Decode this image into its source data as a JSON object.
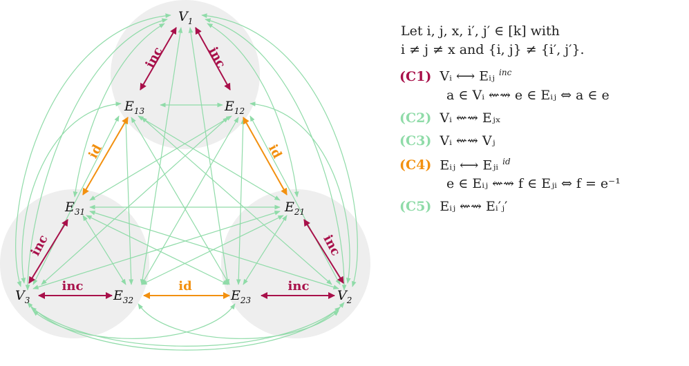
{
  "colors": {
    "inc": "#a8104a",
    "id": "#f2900f",
    "green": "#8fdba8",
    "cluster": "#eeeeee"
  },
  "nodes": {
    "V1": "V",
    "V1_sub": "1",
    "V2": "V",
    "V2_sub": "2",
    "V3": "V",
    "V3_sub": "3",
    "E13": "E",
    "E13_sub": "13",
    "E12": "E",
    "E12_sub": "12",
    "E31": "E",
    "E31_sub": "31",
    "E21": "E",
    "E21_sub": "21",
    "E32": "E",
    "E32_sub": "32",
    "E23": "E",
    "E23_sub": "23"
  },
  "edge_labels": {
    "inc": "inc",
    "id": "id"
  },
  "legend": {
    "intro_1": "Let i, j, x, i′, j′ ∈ [k] with",
    "intro_2": "i ≠ j ≠ x and {i, j} ≠ {i′, j′}.",
    "c1_id": "(C1)",
    "c1_main": "Vᵢ ⟷ Eᵢⱼ",
    "c1_arrow_label": "inc",
    "c1_sub": "a ∈ Vᵢ ⇜⇝ e ∈ Eᵢⱼ ⇔ a ∈ e",
    "c2_id": "(C2)",
    "c2_main": "Vᵢ ⇜⇝ Eⱼₓ",
    "c3_id": "(C3)",
    "c3_main": "Vᵢ ⇜⇝ Vⱼ",
    "c4_id": "(C4)",
    "c4_main": "Eᵢⱼ ⟷ Eⱼᵢ",
    "c4_arrow_label": "id",
    "c4_sub": "e ∈ Eᵢⱼ ⇜⇝ f ∈ Eⱼᵢ ⇔ f = e⁻¹",
    "c5_id": "(C5)",
    "c5_main": "Eᵢⱼ ⇜⇝ Eᵢ′ⱼ′"
  }
}
